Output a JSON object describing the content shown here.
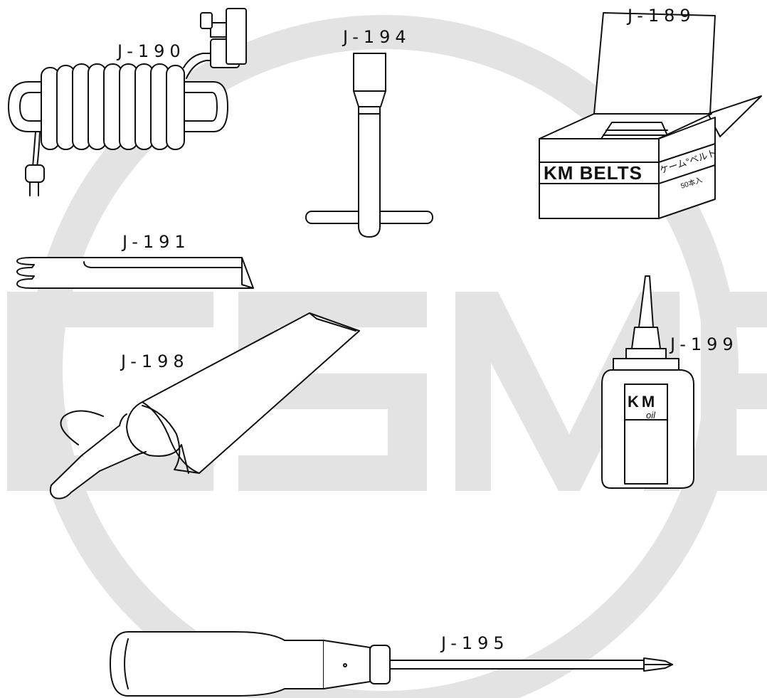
{
  "colors": {
    "ink": "#111111",
    "watermark": "#e3e3e3",
    "background": "#ffffff"
  },
  "tools": {
    "j190": {
      "label": "J-190"
    },
    "j194": {
      "label": "J-194"
    },
    "j189": {
      "label": "J-189",
      "box_brand": "KM BELTS",
      "box_side_text": "ケーム°ベルト",
      "box_count": "50本入"
    },
    "j191": {
      "label": "J-191"
    },
    "j198": {
      "label": "J-198"
    },
    "j199": {
      "label": "J-199",
      "brand": "KM",
      "product": "oil"
    },
    "j195": {
      "label": "J-195"
    }
  }
}
